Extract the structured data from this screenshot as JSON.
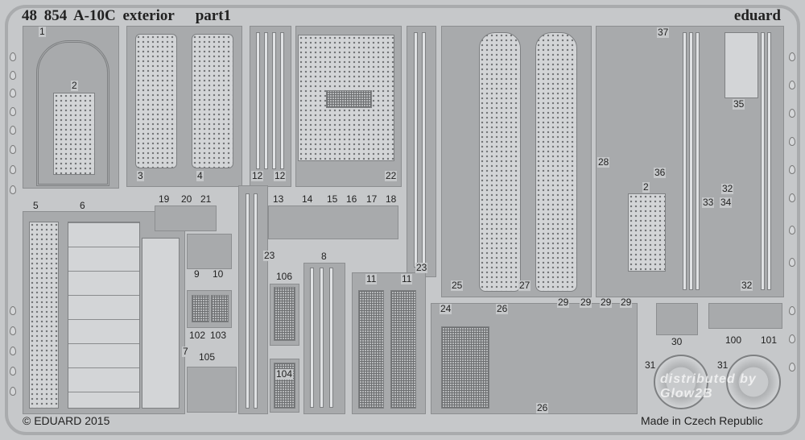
{
  "header": {
    "code": "48 854",
    "title": "A-10C exterior",
    "part": "part1",
    "brand": "eduard"
  },
  "footer": {
    "copyright": "© EDUARD 2015",
    "origin": "Made in Czech Republic"
  },
  "watermark": "distributed by Glow2B",
  "labels": [
    "1",
    "2",
    "3",
    "4",
    "12",
    "12",
    "22",
    "5",
    "6",
    "19",
    "20",
    "21",
    "13",
    "14",
    "15",
    "16",
    "17",
    "18",
    "9",
    "10",
    "23",
    "8",
    "106",
    "11",
    "11",
    "23",
    "25",
    "27",
    "28",
    "37",
    "35",
    "36",
    "2",
    "32",
    "33",
    "34",
    "32",
    "24",
    "26",
    "29",
    "29",
    "29",
    "29",
    "102",
    "103",
    "7",
    "105",
    "104",
    "26",
    "30",
    "100",
    "101",
    "31",
    "31"
  ]
}
